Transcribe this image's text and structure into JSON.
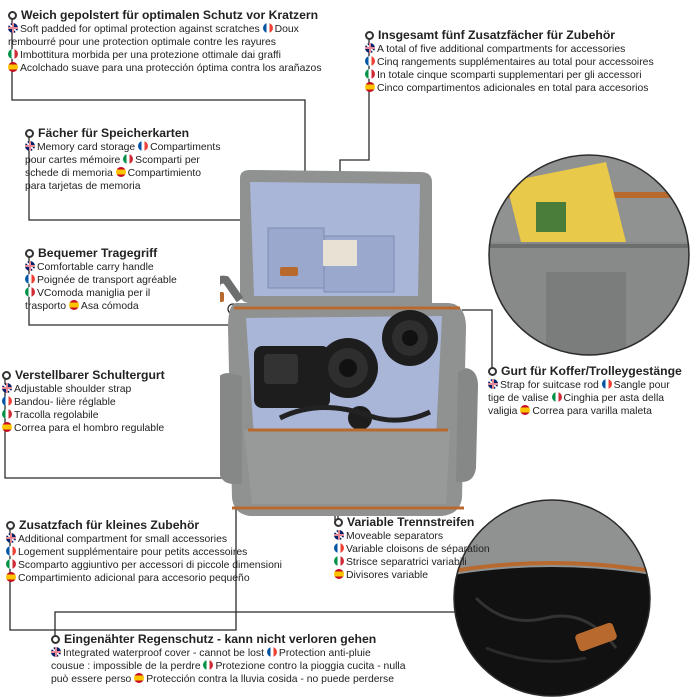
{
  "features": {
    "padding": {
      "title": "Weich gepolstert für optimalen Schutz vor Kratzern",
      "lines": [
        [
          {
            "flag": "uk",
            "text": "Soft padded for optimal protection against scratches "
          },
          {
            "flag": "fr",
            "text": "Doux"
          }
        ],
        [
          {
            "text": "rembourré pour une protection optimale contre les rayures"
          }
        ],
        [
          {
            "flag": "it",
            "text": "Imbottitura morbida per una protezione ottimale dai graffi"
          }
        ],
        [
          {
            "flag": "es",
            "text": "Acolchado suave para una protección óptima contra los arañazos"
          }
        ]
      ]
    },
    "compartments": {
      "title": "Insgesamt fünf Zusatzfächer für Zubehör",
      "lines": [
        [
          {
            "flag": "uk",
            "text": "A total of five additional compartments for accessories"
          }
        ],
        [
          {
            "flag": "fr",
            "text": "Cinq rangements supplémentaires au total pour accessoires"
          }
        ],
        [
          {
            "flag": "it",
            "text": "In totale cinque scomparti supplementari per gli accessori"
          }
        ],
        [
          {
            "flag": "es",
            "text": "Cinco compartimentos adicionales en total para accesorios"
          }
        ]
      ]
    },
    "memory": {
      "title": "Fächer für Speicherkarten",
      "lines": [
        [
          {
            "flag": "uk",
            "text": "Memory card storage "
          },
          {
            "flag": "fr",
            "text": "Compartiments"
          }
        ],
        [
          {
            "text": "pour cartes mémoire "
          },
          {
            "flag": "it",
            "text": "Scomparti per"
          }
        ],
        [
          {
            "text": "schede di memoria "
          },
          {
            "flag": "es",
            "text": "Compartimiento"
          }
        ],
        [
          {
            "text": "para tarjetas de memoria"
          }
        ]
      ]
    },
    "handle": {
      "title": "Bequemer Tragegriff",
      "lines": [
        [
          {
            "flag": "uk",
            "text": "Comfortable carry handle"
          }
        ],
        [
          {
            "flag": "fr",
            "text": "Poignée de transport agréable"
          }
        ],
        [
          {
            "flag": "it",
            "text": "VComoda maniglia per il"
          }
        ],
        [
          {
            "text": "trasporto "
          },
          {
            "flag": "es",
            "text": "Asa cómoda"
          }
        ]
      ]
    },
    "strap": {
      "title": "Verstellbarer Schultergurt",
      "lines": [
        [
          {
            "flag": "uk",
            "text": "Adjustable shoulder strap"
          }
        ],
        [
          {
            "flag": "fr",
            "text": "Bandou- lière réglable"
          }
        ],
        [
          {
            "flag": "it",
            "text": "Tracolla regolabile"
          }
        ],
        [
          {
            "flag": "es",
            "text": "Correa para el hombro regulable"
          }
        ]
      ]
    },
    "trolley": {
      "title": "Gurt für Koffer/Trolleygestänge",
      "lines": [
        [
          {
            "flag": "uk",
            "text": "Strap for suitcase rod "
          },
          {
            "flag": "fr",
            "text": "Sangle pour"
          }
        ],
        [
          {
            "text": "tige de valise "
          },
          {
            "flag": "it",
            "text": "Cinghia per asta della"
          }
        ],
        [
          {
            "text": "valigia "
          },
          {
            "flag": "es",
            "text": "Correa para varilla maleta"
          }
        ]
      ]
    },
    "small": {
      "title": "Zusatzfach für kleines Zubehör",
      "lines": [
        [
          {
            "flag": "uk",
            "text": "Additional compartment for small accessories"
          }
        ],
        [
          {
            "flag": "fr",
            "text": "Logement supplémentaire pour petits accessoires"
          }
        ],
        [
          {
            "flag": "it",
            "text": "Scomparto aggiuntivo per accessori di piccole dimensioni"
          }
        ],
        [
          {
            "flag": "es",
            "text": "Compartimiento adicional para accesorio pequeño"
          }
        ]
      ]
    },
    "dividers": {
      "title": "Variable Trennstreifen",
      "lines": [
        [
          {
            "flag": "uk",
            "text": "Moveable separators"
          }
        ],
        [
          {
            "flag": "fr",
            "text": "Variable cloisons de séparation"
          }
        ],
        [
          {
            "flag": "it",
            "text": "Strisce separatrici variabili"
          }
        ],
        [
          {
            "flag": "es",
            "text": "Divisores variable"
          }
        ]
      ]
    },
    "rain": {
      "title": "Eingenähter Regenschutz - kann nicht verloren gehen",
      "lines": [
        [
          {
            "flag": "uk",
            "text": "Integrated waterproof cover - cannot be lost "
          },
          {
            "flag": "fr",
            "text": "Protection anti-pluie"
          }
        ],
        [
          {
            "text": "cousue : impossible de la perdre "
          },
          {
            "flag": "it",
            "text": "Protezione contro la pioggia cucita - nulla"
          }
        ],
        [
          {
            "text": "può essere perso "
          },
          {
            "flag": "es",
            "text": "Protección contra la lluvia cosida - no puede perderse"
          }
        ]
      ]
    }
  },
  "colors": {
    "bag_grey": "#8f9291",
    "bag_dark": "#6c6f6e",
    "trim_brown": "#b86a2e",
    "lining_blue": "#a9b6d8",
    "lens_black": "#1d1d1d"
  }
}
